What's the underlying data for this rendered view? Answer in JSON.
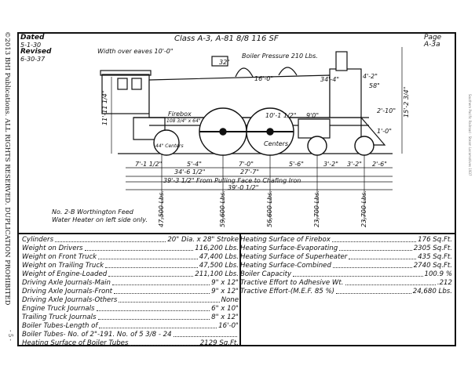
{
  "copyright": "©2013 BHI Publications. ALL RIGHTS RESERVED. DUPLICATION PROHIBITED",
  "page_number": "- 5 -",
  "source_credit": "Southern Pacific Railroad · Steam Locomotives 1937",
  "header": {
    "dated_label": "Dated",
    "dated_value": "5-1-30",
    "revised_label": "Revised",
    "revised_value": "6-30-37",
    "class_title": "Class A-3, A-81 8/8 116 SF",
    "page_label": "Page",
    "page_value": "A-3a"
  },
  "drawing": {
    "width_over_eaves": "Width over eaves 10'-0\"",
    "boiler_pressure": "Boiler Pressure 210 Lbs.",
    "dim_16_0": "16'-0\"",
    "dim_34_4": "34'-4\"",
    "dim_32_3": "32\"",
    "dim_58": "58\"",
    "dim_15_2_3_4": "15'-2 3/4\"",
    "dim_11_11_1_4": "11'-11 1/4\"",
    "dim_10_1_2": "10'-1 1/2\"",
    "dim_9_0": "9'0\"",
    "dim_2_10": "2'-10\"",
    "dim_1_0": "1'-0\"",
    "dim_4_2": "4'-2\"",
    "firebox": "Firebox",
    "firebox_size": "108 3/4\" x 64\"",
    "center_label": "44\" Centers",
    "centers": "Centers",
    "dim_7_1_2": "7'-1 1/2\"",
    "dim_5_4": "5'-4\"",
    "dim_7_0": "7'-0\"",
    "dim_27_7": "27'-7\"",
    "dim_5_6": "5'-6\"",
    "dim_3_2": "3'-2\"",
    "dim_3_2b": "3'-2\"",
    "dim_2_6": "2'-6\"",
    "dim_34_6": "34'-6 1/2\"",
    "pulling_face": "39'-3 1/2\" From Pulling Face to Chafing Iron",
    "overall": "39'-0 1/2\"",
    "weights": [
      "47,500 Lbs.",
      "59,600 Lbs.",
      "56,600 Lbs.",
      "23,700 Lbs.",
      "23,700 Lbs."
    ],
    "note_line1": "No. 2-B Worthington Feed",
    "note_line2": "Water Heater on left side only."
  },
  "specs_left": [
    {
      "label": "Cylinders",
      "value": "20\" Dia. x 28\" Stroke"
    },
    {
      "label": "Weight on Drivers",
      "value": "116,200 Lbs."
    },
    {
      "label": "Weight on Front Truck",
      "value": "47,400 Lbs."
    },
    {
      "label": "Weight on Trailing Truck",
      "value": "47,500 Lbs."
    },
    {
      "label": "Weight of Engine-Loaded",
      "value": "211,100 Lbs."
    },
    {
      "label": "Driving Axle Journals-Main",
      "value": "9\" x 12\""
    },
    {
      "label": "Driving Axle Journals-Front",
      "value": "9\" x 12\""
    },
    {
      "label": "Driving Axle Journals-Others",
      "value": "None"
    },
    {
      "label": "Engine Truck Journals",
      "value": "6\" x 10\""
    },
    {
      "label": "Trailing Truck Journals",
      "value": "8\" x 12\""
    },
    {
      "label": "Boiler Tubes-Length of",
      "value": "16'-0\""
    },
    {
      "label": "Boiler Tubes- No. of 2\"-191. No. of 5 3/8 - 24",
      "value": ""
    },
    {
      "label": "Heating Surface of Boiler Tubes",
      "value": "2129 Sq.Ft."
    }
  ],
  "specs_right": [
    {
      "label": "Heating Surface of Firebox",
      "value": "176 Sq.Ft."
    },
    {
      "label": "Heating Surface-Evaporating",
      "value": "2305 Sq.Ft."
    },
    {
      "label": "Heating Surface of Superheater",
      "value": "435 Sq.Ft."
    },
    {
      "label": "Heating Surface-Combined",
      "value": "2740 Sq.Ft."
    },
    {
      "label": "Boiler Capacity",
      "value": "100.9 %"
    },
    {
      "label": "Tractive Effort to Adhesive Wt.",
      "value": ".212"
    },
    {
      "label": "Tractive Effort-(M.E.F. 85 %)",
      "value": "24,680 Lbs."
    }
  ]
}
